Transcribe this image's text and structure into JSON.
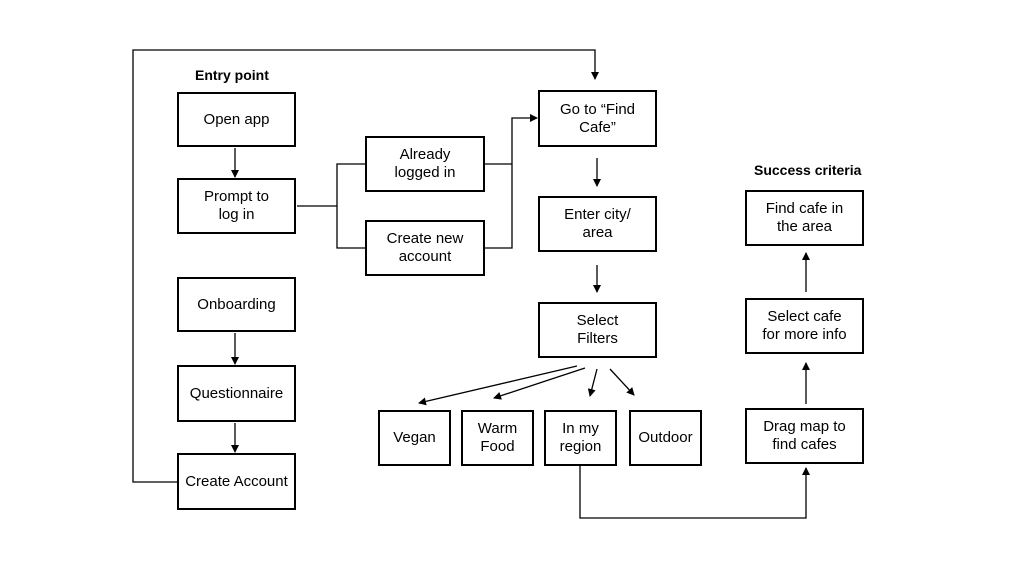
{
  "headings": {
    "entry_point": "Entry point",
    "success_criteria": "Success criteria"
  },
  "nodes": {
    "open_app": "Open app",
    "prompt_login": "Prompt to\nlog in",
    "onboarding": "Onboarding",
    "questionnaire": "Questionnaire",
    "create_account": "Create Account",
    "already_logged_in": "Already\nlogged in",
    "create_new_account": "Create new\naccount",
    "go_to_find_cafe": "Go to “Find\nCafe”",
    "enter_city": "Enter city/\narea",
    "select_filters": "Select\nFilters",
    "vegan": "Vegan",
    "warm_food": "Warm\nFood",
    "in_my_region": "In my\nregion",
    "outdoor": "Outdoor",
    "drag_map": "Drag map to\nfind cafes",
    "select_cafe": "Select cafe\nfor more info",
    "find_cafe_area": "Find cafe in\nthe area"
  }
}
